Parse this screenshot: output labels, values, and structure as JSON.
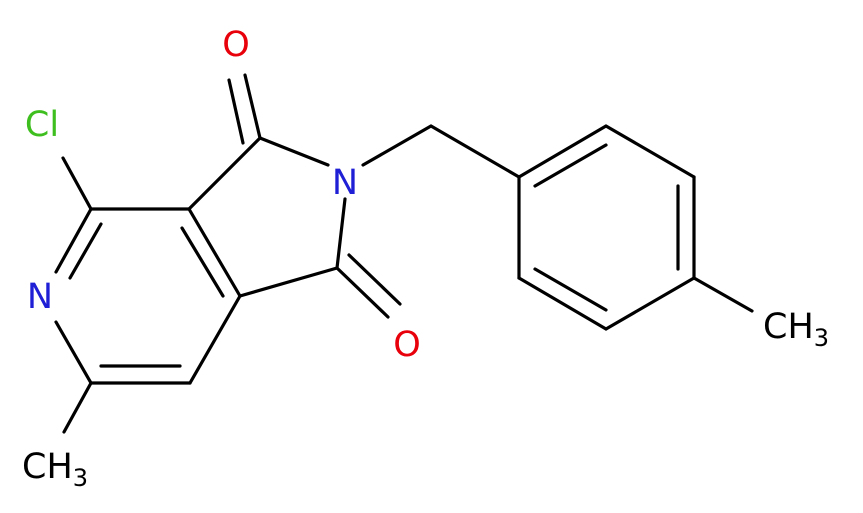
{
  "molecule": {
    "atoms": {
      "cl": {
        "text": "Cl",
        "color": "#3fbf1f"
      },
      "o_top": {
        "text": "O",
        "color": "#e8000b"
      },
      "o_bottom": {
        "text": "O",
        "color": "#e8000b"
      },
      "n_imide": {
        "text": "N",
        "color": "#1f1fd6"
      },
      "n_pyridine": {
        "text": "N",
        "color": "#1f1fd6"
      },
      "methyl_right": {
        "text": "CH",
        "sub": "3",
        "color": "#000000"
      },
      "methyl_left": {
        "text": "CH",
        "sub": "3",
        "color": "#000000"
      }
    },
    "bond_color": "#000000"
  }
}
